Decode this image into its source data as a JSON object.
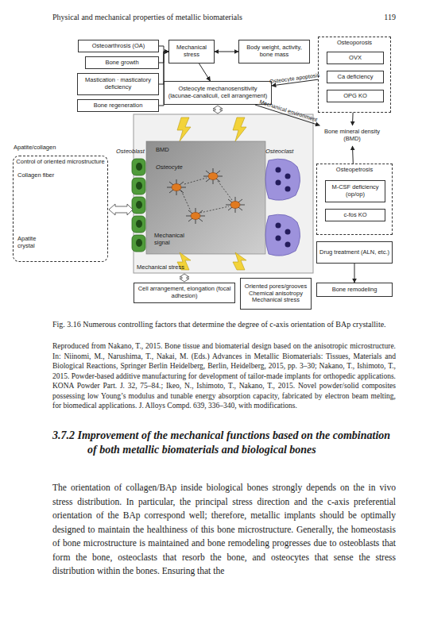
{
  "diagram": {
    "caption": "Fig. 3.16 Numerous controlling factors that determine the degree of c-axis orientation of BAp crystallite.",
    "nodes": [
      {
        "text": [
          "Osteoarthrosis (OA)"
        ]
      },
      {
        "text": [
          "Bone growth"
        ]
      },
      {
        "text": [
          "Mastication · masticatory deficiency"
        ]
      },
      {
        "text": [
          "Bone regeneration"
        ]
      },
      {
        "text": [
          "Mechanical stress"
        ]
      },
      {
        "text": [
          "Body weight, activity, bone mass"
        ]
      },
      {
        "text": [
          "Osteoporosis"
        ]
      },
      {
        "text": [
          "OVX"
        ],
        "in": 6
      },
      {
        "text": [
          "Ca deficiency"
        ],
        "in": 6
      },
      {
        "text": [
          "OPG KO"
        ],
        "in": 6
      },
      {
        "text": [
          "Osteocyte mechanosensitivity (lacunae-canaliculi, cell arrangement)"
        ]
      },
      {
        "text": [
          "Bone mineral density (BMD)"
        ]
      },
      {
        "text": [
          "Apatite/collagen",
          "Control of oriented microstructure"
        ]
      },
      {
        "text": [
          "Osteopetrosis"
        ]
      },
      {
        "text": [
          "M-CSF deficiency (op/op)"
        ],
        "in": 13
      },
      {
        "text": [
          "c-fos KO"
        ],
        "in": 13
      },
      {
        "text": [
          "Drug treatment (ALN, etc.)"
        ]
      },
      {
        "text": [
          "Cell arrangement, elongation (focal adhesion)"
        ]
      },
      {
        "text": [
          "Oriented pores/grooves",
          "Chemical anisotropy",
          "Mechanical stress"
        ]
      },
      {
        "text": [
          "Bone remodeling"
        ]
      }
    ],
    "edges": [
      {
        "from": 0,
        "to": 4,
        "arrow": "to"
      },
      {
        "from": 1,
        "to": 4,
        "arrow": "to"
      },
      {
        "from": 2,
        "to": 4,
        "arrow": "to"
      },
      {
        "from": 3,
        "to": 4,
        "arrow": "to"
      },
      {
        "from": 4,
        "to": 5,
        "arrow": "both"
      },
      {
        "from": 4,
        "to": 10,
        "arrow": "to"
      },
      {
        "from": 6,
        "to": 10,
        "label": "Osteocyte apoptosis",
        "arrow": "to"
      },
      {
        "from": 10,
        "to": 11,
        "label": "Mechanical environment",
        "arrow": "to"
      },
      {
        "from": 6,
        "to": 11,
        "arrow": "to"
      },
      {
        "from": 13,
        "to": 11,
        "arrow": "to"
      },
      {
        "from": 16,
        "to": 19,
        "arrow": "to"
      }
    ],
    "labels": [
      "Physical and mechanical properties of metallic biomaterials",
      "119",
      "Collagen fiber",
      "Apatite crystal",
      "BMD",
      "Osteoblast",
      "Osteocyte",
      "Osteoclast",
      "Mechanical signal",
      "Mechanical stress",
      "Reproduced from Nakano, T., 2015. Bone tissue and biomaterial design based on the anisotropic microstructure. In: Niinomi, M., Narushima, T., Nakai, M. (Eds.) Advances in Metallic Biomaterials: Tissues, Materials and Biological Reactions, Springer Berlin Heidelberg, Berlin, Heidelberg, 2015, pp. 3–30; Nakano, T., Ishimoto, T., 2015. Powder-based additive manufacturing for development of tailor-made implants for orthopedic applications. KONA Powder Part. J. 32, 75–84.; Ikeo, N., Ishimoto, T., Nakano, T., 2015. Novel powder/solid composites possessing low Young’s modulus and tunable energy absorption capacity, fabricated by electron beam melting, for biomedical applications. J. Alloys Compd. 639, 336–340, with modifications.",
      "3.7.2 Improvement of the mechanical functions based on the combination of both metallic biomaterials and biological bones",
      "The orientation of collagen/BAp inside biological bones strongly depends on the in vivo stress distribution. In particular, the principal stress direction and the c-axis preferential orientation of the BAp correspond well; therefore, metallic implants should be optimally designed to maintain the healthiness of this bone microstructure. Generally, the homeostasis of bone microstructure is maintained and bone remodeling progresses due to osteoblasts that form the bone, osteoclasts that resorb the bone, and osteocytes that sense the stress distribution within the bones. Ensuring that the"
    ]
  }
}
